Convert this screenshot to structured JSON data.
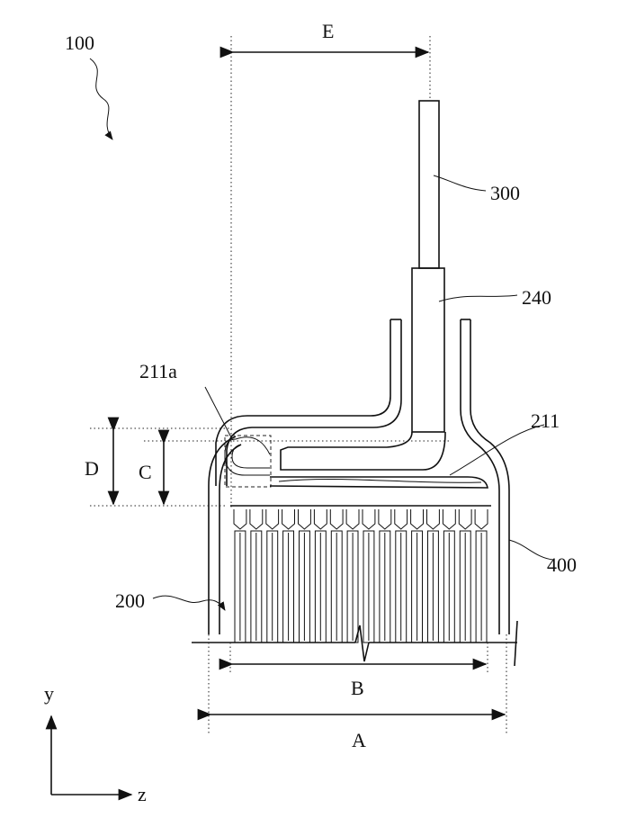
{
  "labels": {
    "device": "100",
    "terminal": "300",
    "sleeve": "240",
    "coil_end": "211a",
    "lead": "211",
    "case": "400",
    "stator": "200",
    "dim_a": "A",
    "dim_b": "B",
    "dim_c": "C",
    "dim_d": "D",
    "dim_e": "E",
    "axis_y": "y",
    "axis_z": "z"
  },
  "colors": {
    "line": "#111111",
    "background": "#ffffff"
  }
}
